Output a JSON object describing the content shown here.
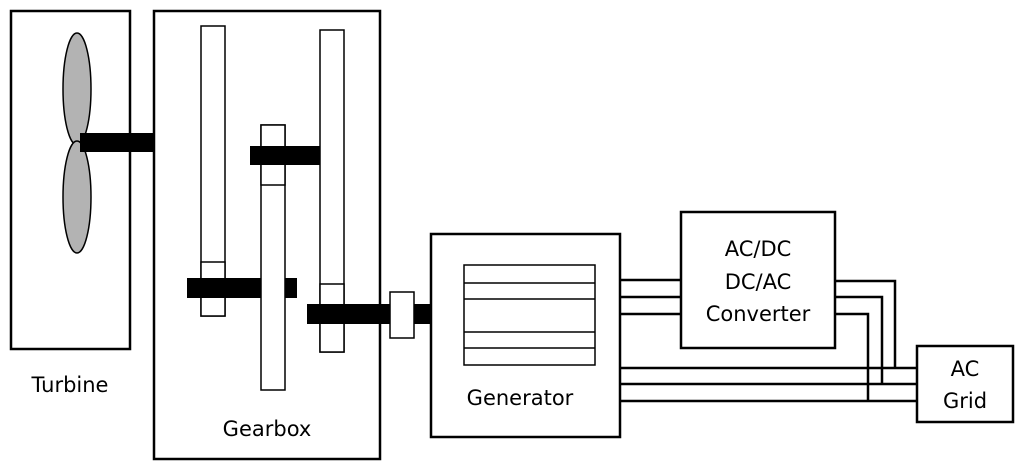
{
  "labels": {
    "turbine": "Turbine",
    "gearbox": "Gearbox",
    "generator": "Generator",
    "converter_line1": "AC/DC",
    "converter_line2": "DC/AC",
    "converter_line3": "Converter",
    "grid_line1": "AC",
    "grid_line2": "Grid"
  },
  "colors": {
    "blade_fill": "#b3b3b3",
    "line": "#000000",
    "background": "#ffffff"
  }
}
